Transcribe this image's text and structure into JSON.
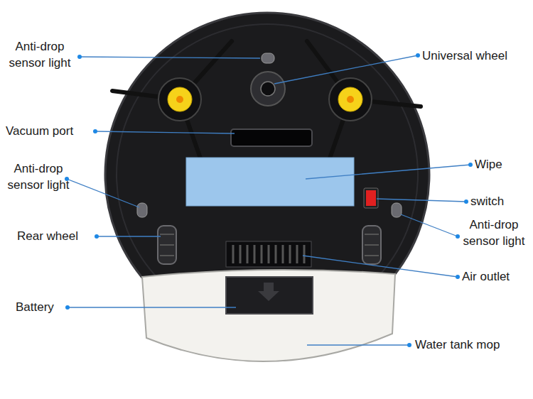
{
  "diagram": {
    "labels": [
      "Anti-drop sensor light",
      "Universal wheel",
      "Vacuum port",
      "Wipe",
      "Anti-drop sensor light",
      "switch",
      "Rear wheel",
      "Anti-drop sensor light",
      "Air outlet",
      "Battery",
      "Water tank mop"
    ]
  }
}
